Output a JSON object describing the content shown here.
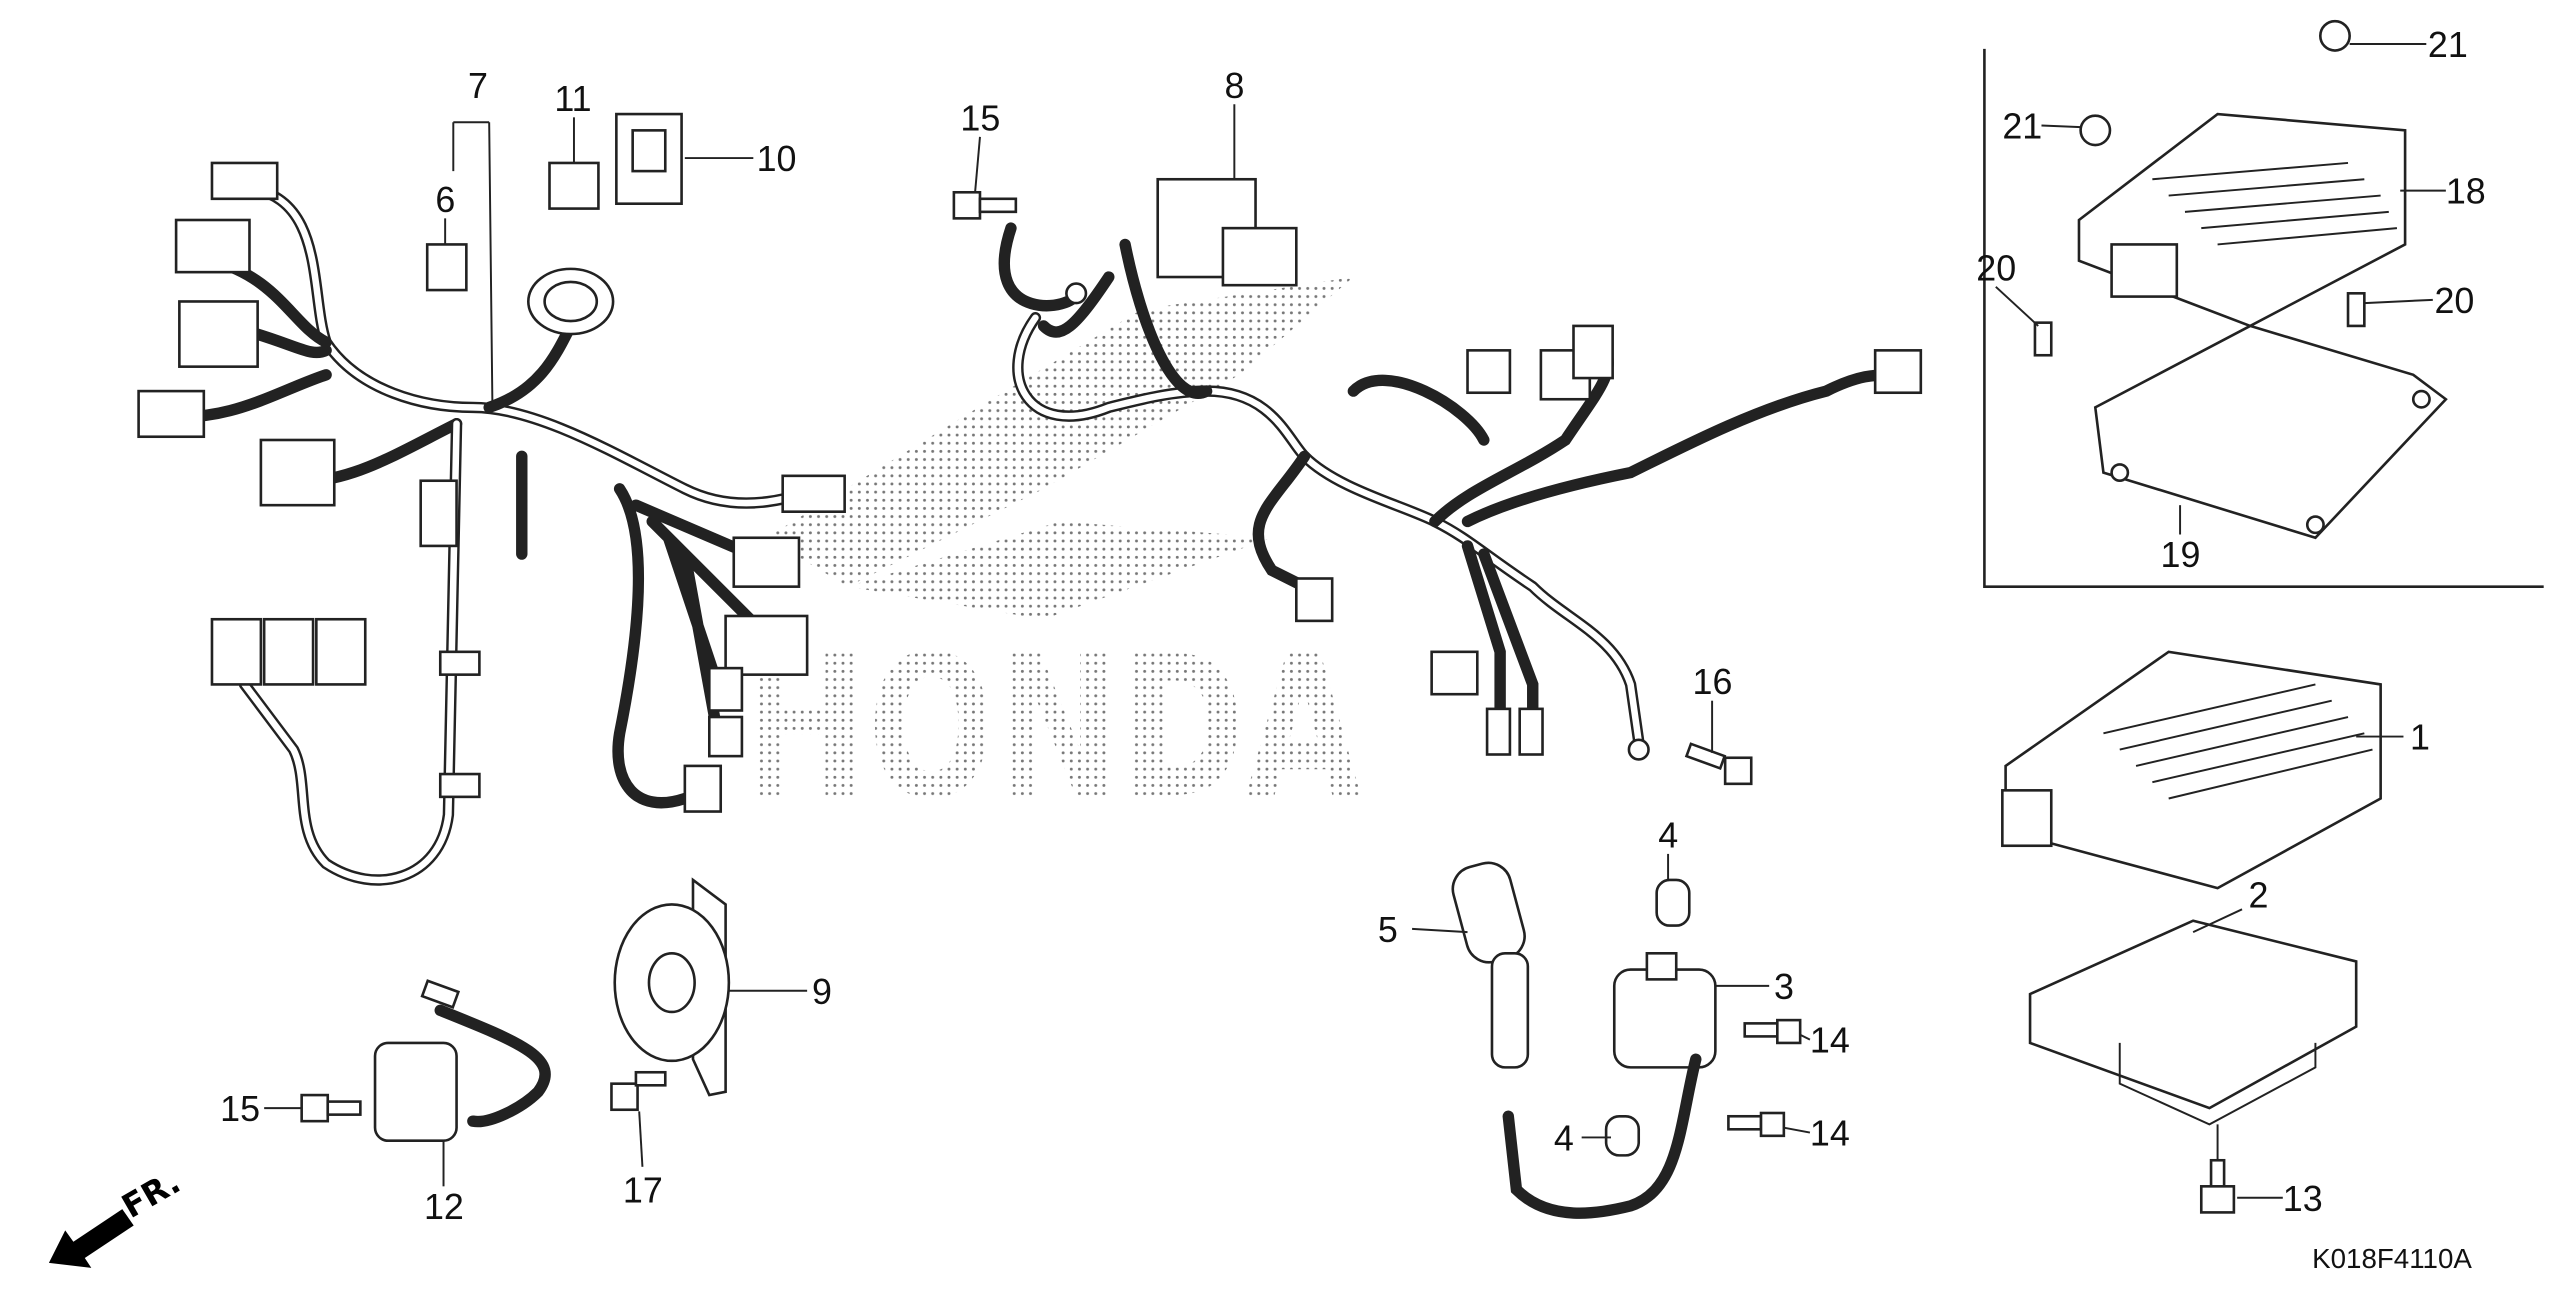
{
  "diagram": {
    "code": "K018F4110A",
    "direction_label": "FR.",
    "watermark": "HONDA",
    "callouts": {
      "c1": "1",
      "c2": "2",
      "c3": "3",
      "c4a": "4",
      "c4b": "4",
      "c5": "5",
      "c6": "6",
      "c7": "7",
      "c8": "8",
      "c9": "9",
      "c10": "10",
      "c11": "11",
      "c12": "12",
      "c13": "13",
      "c14a": "14",
      "c14b": "14",
      "c15a": "15",
      "c15b": "15",
      "c16": "16",
      "c17": "17",
      "c18": "18",
      "c19": "19",
      "c20a": "20",
      "c20b": "20",
      "c21a": "21",
      "c21b": "21"
    }
  }
}
